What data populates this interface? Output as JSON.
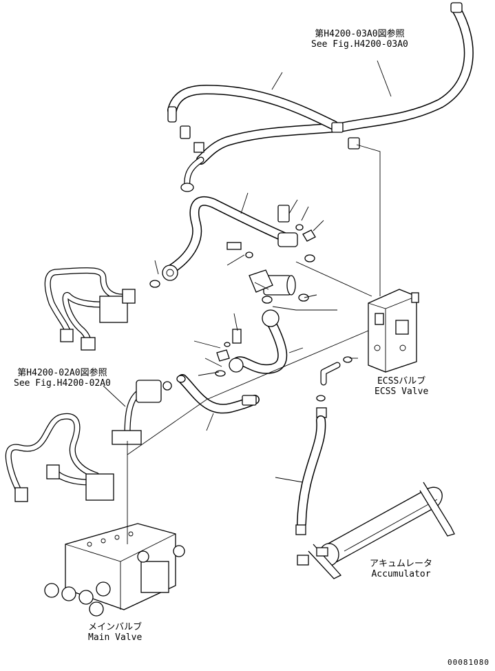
{
  "labels": {
    "ref_top_jp": "第H4200-03A0図参照",
    "ref_top_en": "See Fig.H4200-03A0",
    "ref_left_jp": "第H4200-02A0図参照",
    "ref_left_en": "See Fig.H4200-02A0",
    "ecss_jp": "ECSSバルブ",
    "ecss_en": "ECSS Valve",
    "accumulator_jp": "アキュムレータ",
    "accumulator_en": "Accumulator",
    "main_valve_jp": "メインバルブ",
    "main_valve_en": "Main Valve",
    "doc_number": "00081080"
  }
}
